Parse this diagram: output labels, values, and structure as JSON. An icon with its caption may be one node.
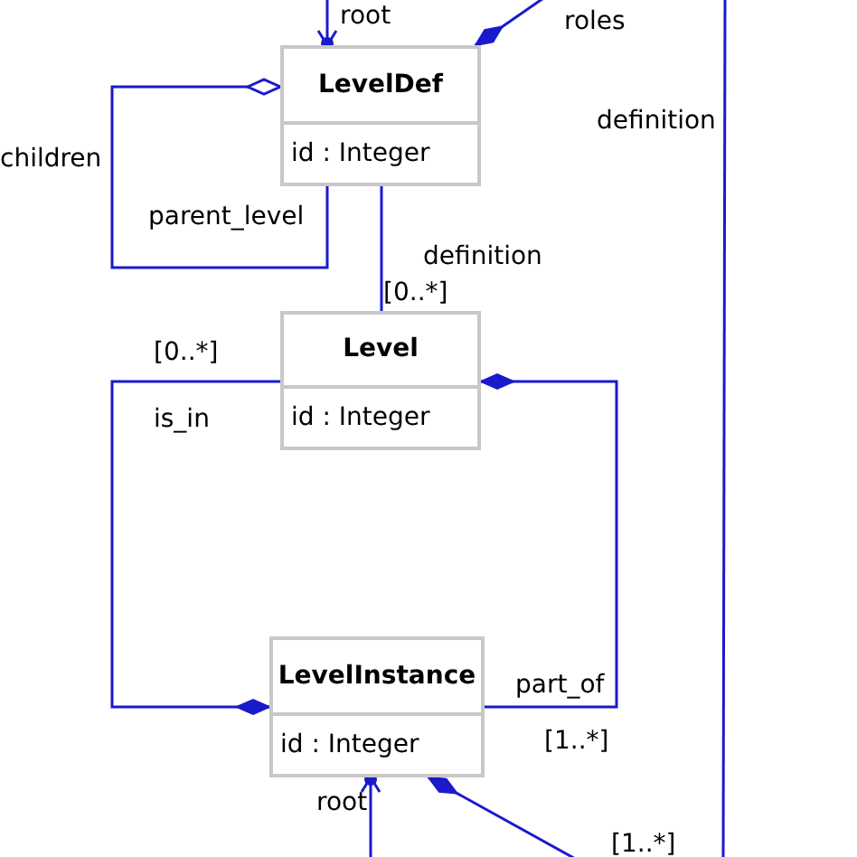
{
  "diagram": {
    "nodes": [
      {
        "text": [
          "LevelDef",
          "id : Integer"
        ]
      },
      {
        "text": [
          "Level",
          "id : Integer"
        ]
      },
      {
        "text": [
          "LevelInstance",
          "id : Integer"
        ]
      }
    ],
    "edges": [
      {
        "from": null,
        "to": 0,
        "arrow": "to",
        "label": "root"
      },
      {
        "from": 0,
        "to": null,
        "arrow": "other",
        "label": "roles"
      },
      {
        "from": 0,
        "to": 0,
        "arrow": "other",
        "label": "children"
      },
      {
        "from": 0,
        "to": 1,
        "arrow": "none",
        "label": "definition"
      },
      {
        "from": 2,
        "to": 1,
        "arrow": "other",
        "label": "is_in"
      },
      {
        "from": 1,
        "to": 2,
        "arrow": "other",
        "label": "part_of"
      },
      {
        "from": null,
        "to": 2,
        "arrow": "to",
        "label": "root"
      },
      {
        "from": 2,
        "to": null,
        "arrow": "other",
        "label": "[1..*]"
      }
    ],
    "labels": [
      "definition",
      "parent_level",
      "[0..*]",
      "[0..*]",
      "[1..*]"
    ]
  }
}
